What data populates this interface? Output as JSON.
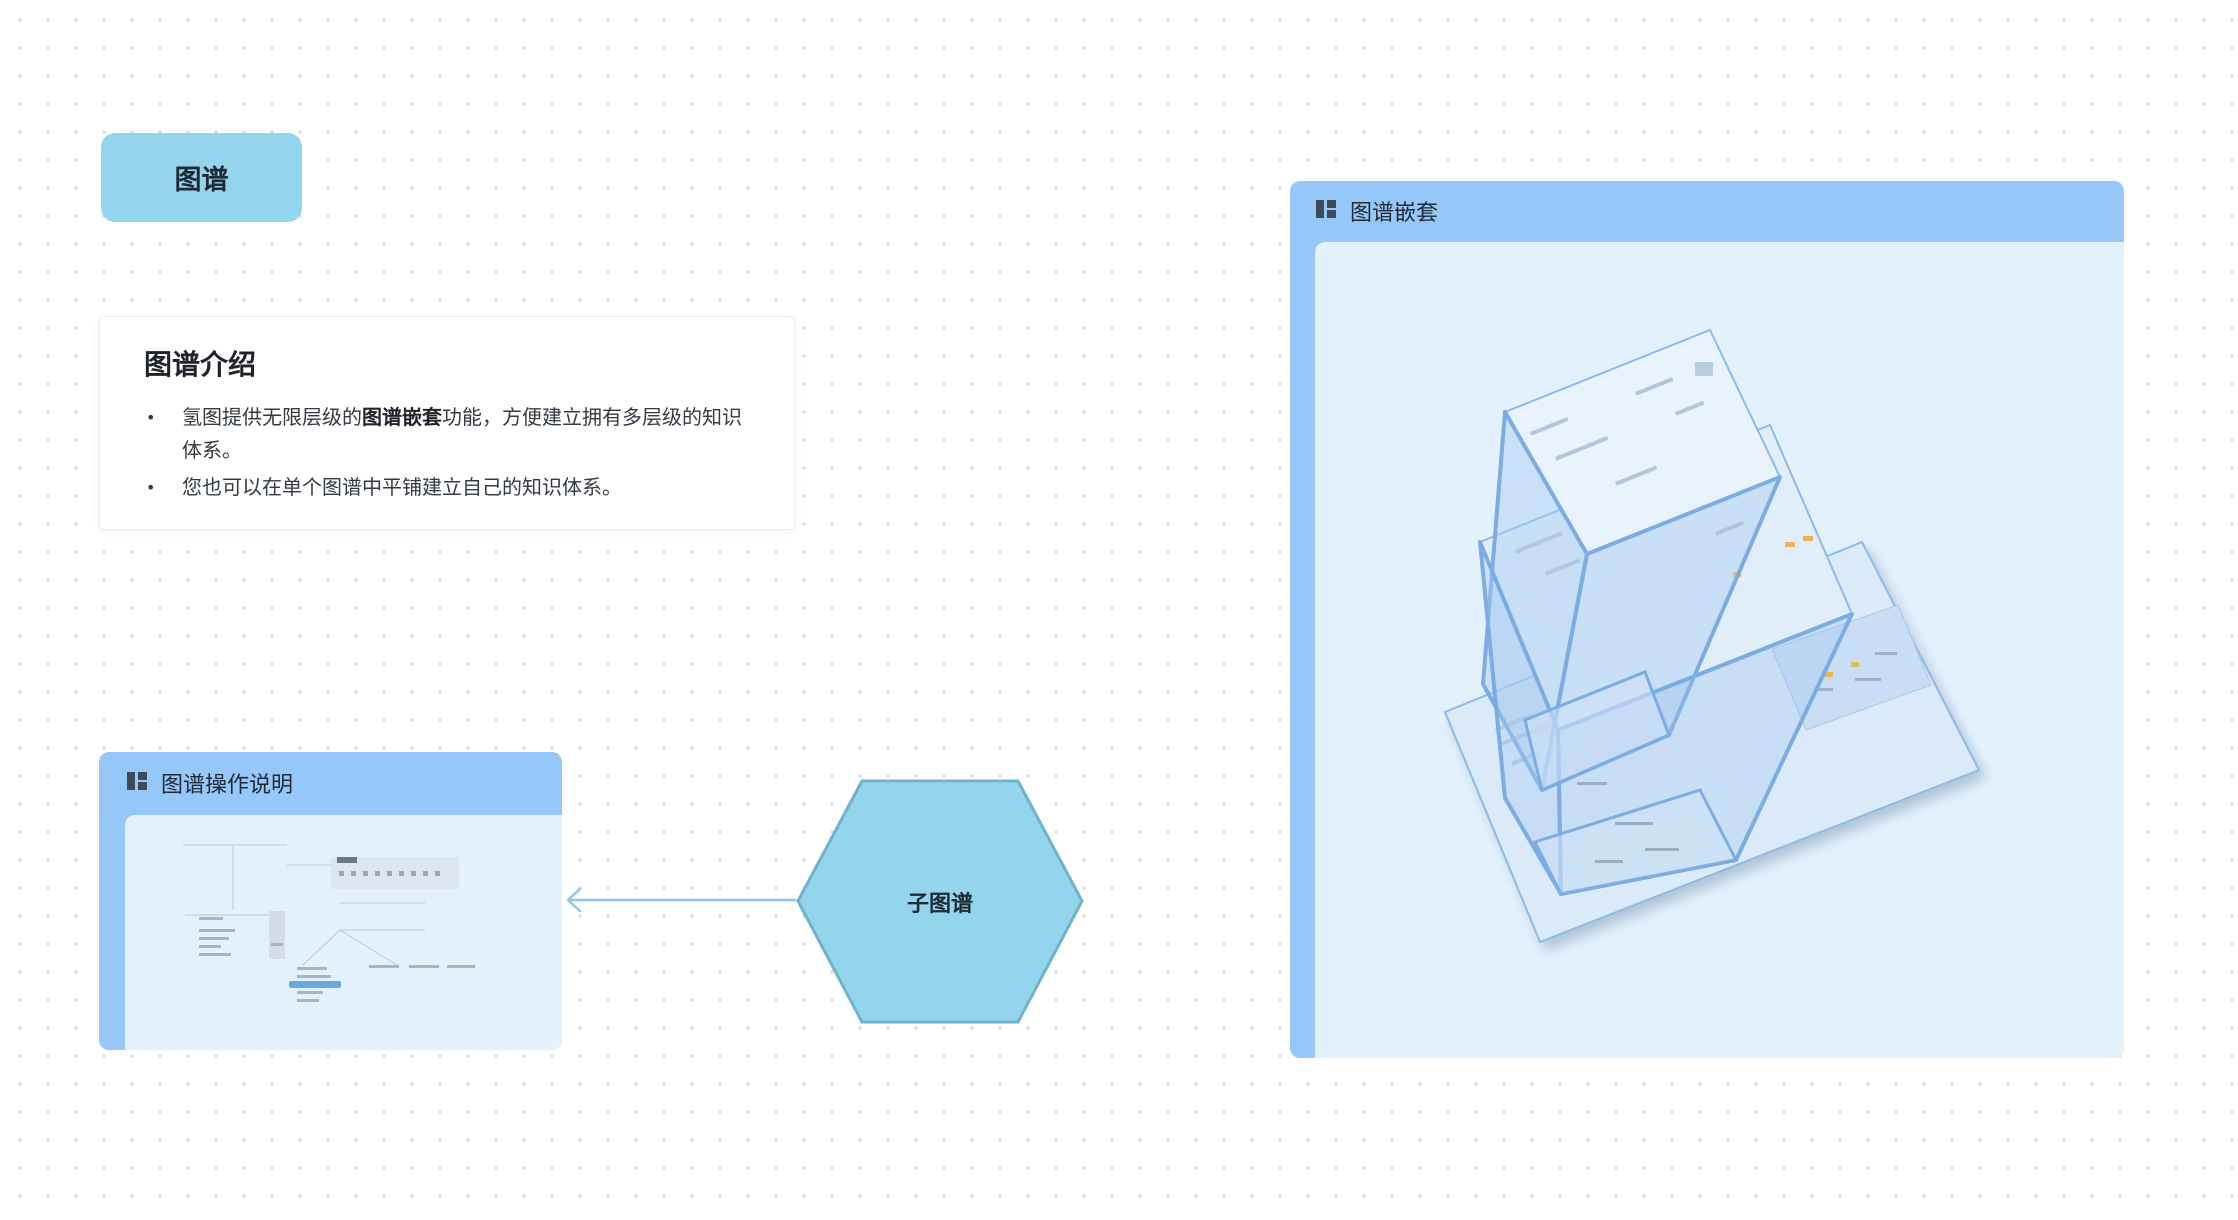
{
  "title_node": {
    "label": "图谱",
    "color": "#94d5ee"
  },
  "intro": {
    "title": "图谱介绍",
    "bullet_glyph": "•",
    "items": [
      {
        "before": "氢图提供无限层级的",
        "bold": "图谱嵌套",
        "after": "功能，方便建立拥有多层级的知识体系。"
      },
      {
        "text": "您也可以在单个图谱中平铺建立自己的知识体系。"
      }
    ]
  },
  "embed_small": {
    "icon": "layout-icon",
    "title": "图谱操作说明"
  },
  "embed_large": {
    "icon": "layout-icon",
    "title": "图谱嵌套"
  },
  "hex_node": {
    "label": "子图谱",
    "fill": "#94d5ee",
    "stroke": "#6fb3c9"
  },
  "colors": {
    "embed_frame": "#95c8f8",
    "embed_body": "#e3f1fd",
    "connector": "#8fc6ea"
  }
}
